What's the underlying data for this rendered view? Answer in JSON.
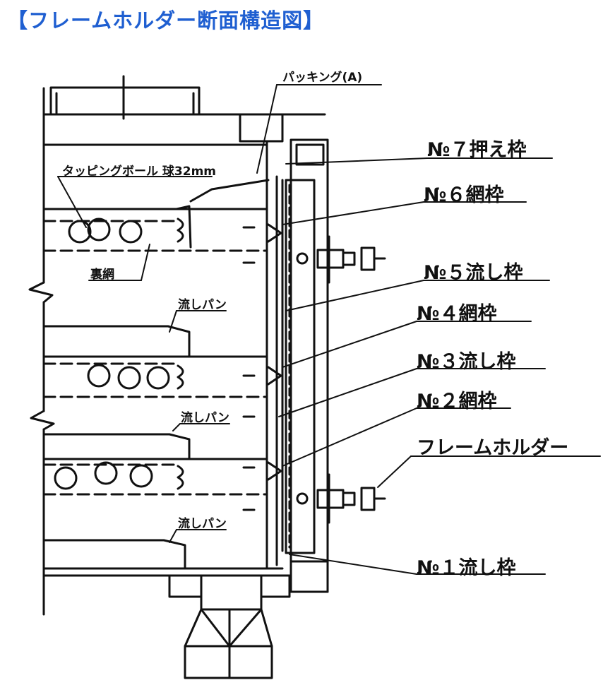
{
  "title": "【フレームホルダー断面構造図】",
  "colors": {
    "title": "#1f5fd1",
    "line": "#111111"
  },
  "labels": {
    "packing_a": "パッキング(A)",
    "frame7": "№７押え枠",
    "frame6": "№６網枠",
    "frame5": "№５流し枠",
    "frame4": "№４網枠",
    "frame3": "№３流し枠",
    "frame2": "№２網枠",
    "frame_holder": "フレームホルダー",
    "frame1": "№１流し枠",
    "tapping_ball": "タッピングボール 球32mm",
    "back_mesh": "裏網",
    "drain_pan_1": "流しパン",
    "drain_pan_2": "流しパン",
    "drain_pan_3": "流しパン"
  }
}
